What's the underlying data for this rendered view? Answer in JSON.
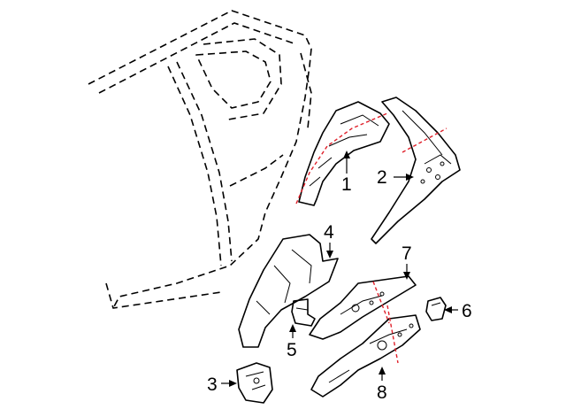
{
  "callouts": [
    {
      "id": "1",
      "text": "1"
    },
    {
      "id": "2",
      "text": "2"
    },
    {
      "id": "3",
      "text": "3"
    },
    {
      "id": "4",
      "text": "4"
    },
    {
      "id": "5",
      "text": "5"
    },
    {
      "id": "6",
      "text": "6"
    },
    {
      "id": "7",
      "text": "7"
    },
    {
      "id": "8",
      "text": "8"
    }
  ],
  "colors": {
    "line": "#000000",
    "cut_line": "#e0202a",
    "background": "#ffffff"
  }
}
